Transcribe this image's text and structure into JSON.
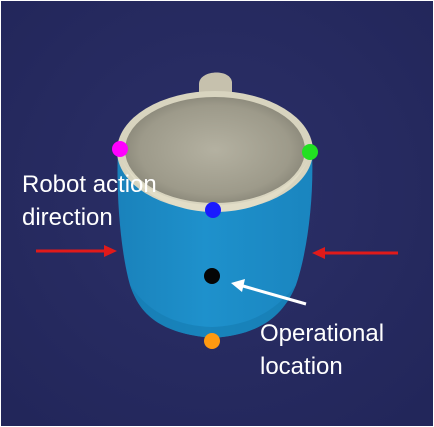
{
  "labels": {
    "robot_action_line1": "Robot action",
    "robot_action_line2": "direction",
    "operational_line1": "Operational",
    "operational_line2": "location"
  },
  "colors": {
    "background": "#262a5e",
    "cup_body": "#1d8cc6",
    "cup_rim_inner": "#a3a08f",
    "cup_handle": "#c9c4b0",
    "arrow_red": "#e01a1a",
    "arrow_white": "#ffffff",
    "keypoint_magenta": "#ff00ff",
    "keypoint_green": "#22e022",
    "keypoint_blue": "#1a1aff",
    "keypoint_black": "#050505",
    "keypoint_orange": "#ff9a10"
  },
  "keypoints": [
    "magenta",
    "green",
    "blue",
    "black",
    "orange"
  ]
}
